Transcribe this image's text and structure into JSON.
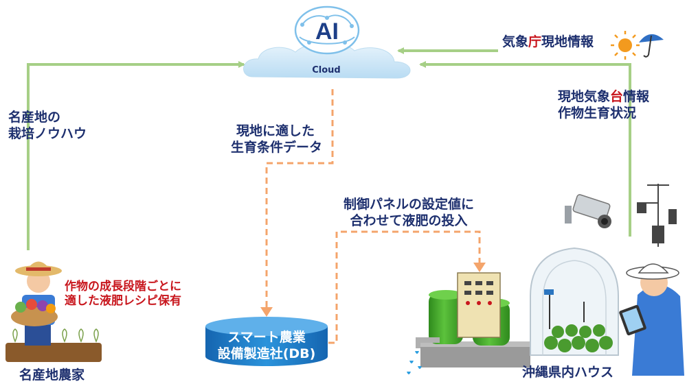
{
  "cloud": {
    "ai_label": "AI",
    "cloud_label": "Cloud"
  },
  "weather_agency": {
    "pre": "気象",
    "highlight": "庁",
    "post": "現地情報"
  },
  "local_station": {
    "line1_pre": "現地気象",
    "line1_highlight": "台",
    "line1_post": "情報",
    "line2": "作物生育状況"
  },
  "know_how": {
    "line1": "名産地の",
    "line2": "栽培ノウハウ"
  },
  "conditions": {
    "line1": "現地に適した",
    "line2": "生育条件データ"
  },
  "control": {
    "line1": "制御パネルの設定値に",
    "line2": "合わせて液肥の投入"
  },
  "recipe": {
    "line1": "作物の成長段階ごとに",
    "line2": "適した液肥レシピ保有"
  },
  "database": {
    "line1": "スマート農業",
    "line2": "設備製造社(DB)"
  },
  "farmer_caption": "名産地農家",
  "house_caption": "沖縄県内ハウス",
  "colors": {
    "green_arrow": "#a6cf86",
    "orange_dash": "#f4a46b",
    "navy": "#1d2f6e",
    "red": "#c8161d",
    "cylinder": "#1e82cc"
  }
}
